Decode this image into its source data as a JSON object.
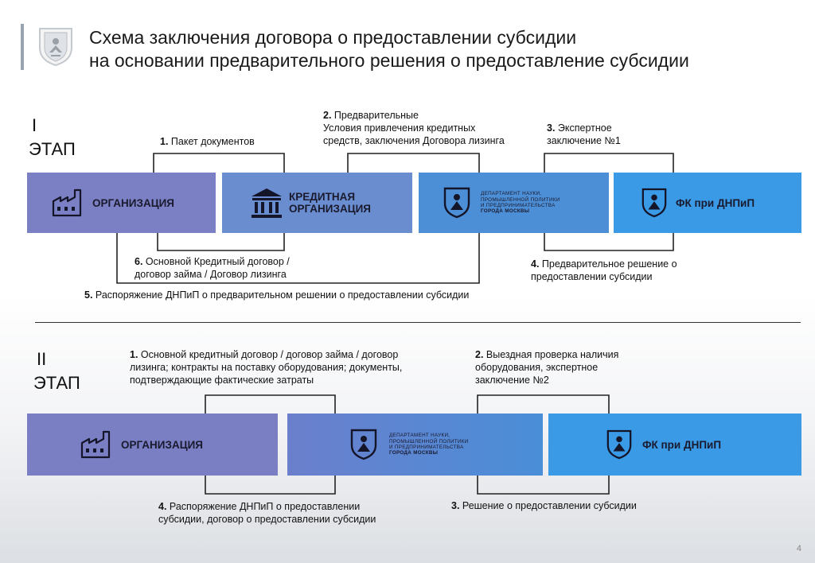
{
  "header": {
    "title_line1": "Схема заключения договора о предоставлении субсидии",
    "title_line2": "на основании  предварительного решения о предоставление субсидии"
  },
  "stage1": {
    "label_roman": "I",
    "label_word": "ЭТАП",
    "boxes": {
      "org": "ОРГАНИЗАЦИЯ",
      "credit_line1": "КРЕДИТНАЯ",
      "credit_line2": "ОРГАНИЗАЦИЯ",
      "dept_line1": "ДЕПАРТАМЕНТ НАУКИ,",
      "dept_line2": "ПРОМЫШЛЕННОЙ ПОЛИТИКИ",
      "dept_line3": "И ПРЕДПРИНИМАТЕЛЬСТВА",
      "dept_line4": "ГОРОДА МОСКВЫ",
      "fk": "ФК при ДНПиП"
    },
    "steps": {
      "s1_num": "1.",
      "s1_text": " Пакет документов",
      "s2_num": "2.",
      "s2_line1": " Предварительные",
      "s2_line2": "Условия привлечения кредитных",
      "s2_line3": "средств, заключения Договора лизинга",
      "s3_num": "3.",
      "s3_line1": " Экспертное",
      "s3_line2": "заключение №1",
      "s4_num": "4.",
      "s4_line1": " Предварительное решение  о",
      "s4_line2": "предоставлении субсидии",
      "s5_num": "5.",
      "s5_text": " Распоряжение ДНПиП о предварительном решении о предоставлении субсидии",
      "s6_num": "6.",
      "s6_line1": " Основной  Кредитный договор /",
      "s6_line2": "договор займа / Договор лизинга"
    }
  },
  "stage2": {
    "label_roman": "II",
    "label_word": "ЭТАП",
    "boxes": {
      "org": "ОРГАНИЗАЦИЯ",
      "dept_line1": "ДЕПАРТАМЕНТ НАУКИ,",
      "dept_line2": "ПРОМЫШЛЕННОЙ ПОЛИТИКИ",
      "dept_line3": "И ПРЕДПРИНИМАТЕЛЬСТВА",
      "dept_line4": "ГОРОДА МОСКВЫ",
      "fk": "ФК при ДНПиП"
    },
    "steps": {
      "s1_num": "1.",
      "s1_line1": " Основной кредитный договор / договор займа / договор",
      "s1_line2": "лизинга; контракты на поставку оборудования; документы,",
      "s1_line3": "подтверждающие фактические затраты",
      "s2_num": "2.",
      "s2_line1": " Выездная проверка наличия",
      "s2_line2": "оборудования, экспертное",
      "s2_line3": "заключение №2",
      "s3_num": "3.",
      "s3_text": " Решение о предоставлении субсидии",
      "s4_num": "4.",
      "s4_line1": " Распоряжение ДНПиП о предоставлении",
      "s4_line2": "субсидии,  договор о предоставлении субсидии"
    }
  },
  "footer": {
    "page_number": "4"
  }
}
